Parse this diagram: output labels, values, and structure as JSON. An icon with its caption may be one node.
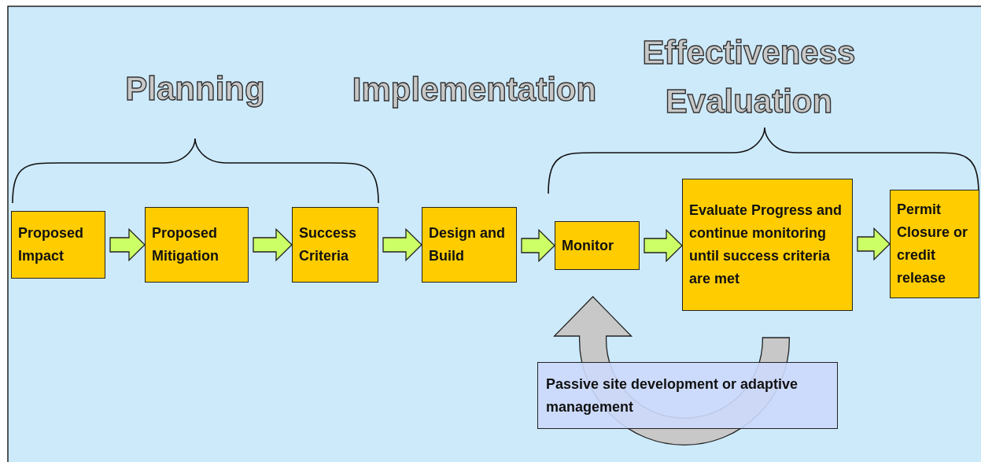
{
  "diagram": {
    "nodes": [
      {
        "text": [
          "Proposed Impact"
        ]
      },
      {
        "text": [
          "Proposed Mitigation"
        ]
      },
      {
        "text": [
          "Success Criteria"
        ]
      },
      {
        "text": [
          "Design and Build"
        ]
      },
      {
        "text": [
          "Monitor"
        ]
      },
      {
        "text": [
          "Evaluate Progress and continue monitoring until success criteria are met"
        ]
      },
      {
        "text": [
          "Permit Closure or credit release"
        ]
      },
      {
        "text": [
          "Passive site development or adaptive management"
        ]
      }
    ],
    "edges": [
      {
        "from": 0,
        "to": 1,
        "arrow": "to"
      },
      {
        "from": 1,
        "to": 2,
        "arrow": "to"
      },
      {
        "from": 2,
        "to": 3,
        "arrow": "to"
      },
      {
        "from": 3,
        "to": 4,
        "arrow": "to"
      },
      {
        "from": 4,
        "to": 5,
        "arrow": "to"
      },
      {
        "from": 5,
        "to": 6,
        "arrow": "to"
      },
      {
        "from": 5,
        "to": 4,
        "arrow": "to",
        "style": "thick",
        "color": "#c8c8c8"
      }
    ],
    "labels": [
      "Effectiveness Evaluation",
      "Planning",
      "Implementation"
    ]
  }
}
